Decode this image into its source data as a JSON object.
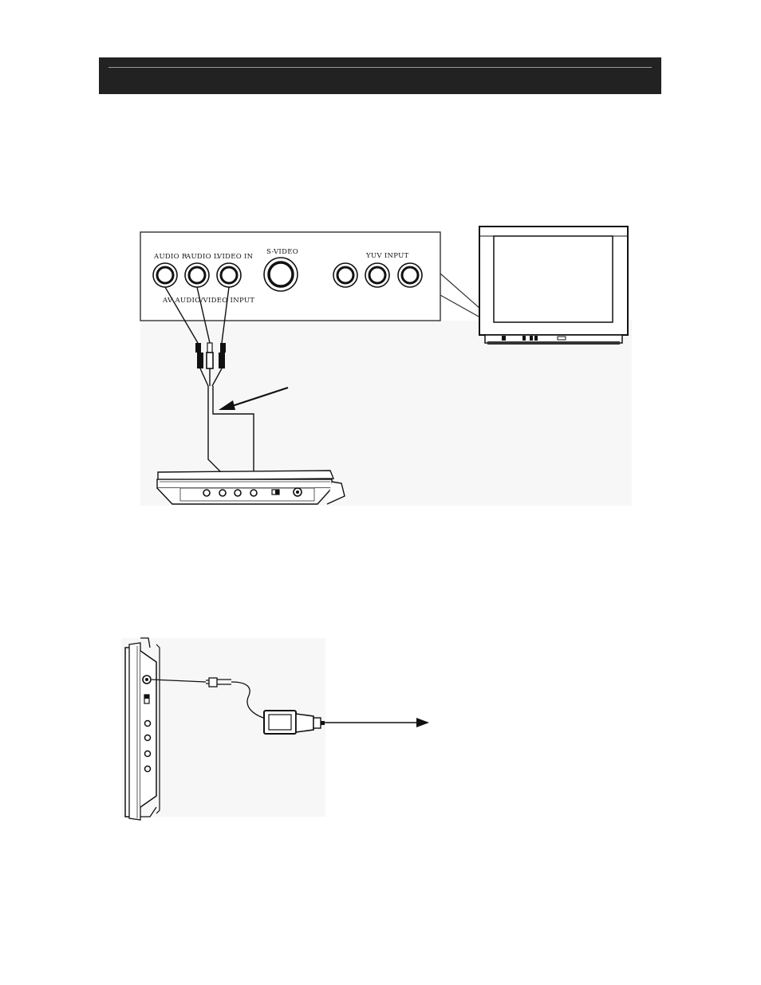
{
  "header": {
    "title": ""
  },
  "tv_panel": {
    "audio_r_label": "AUDIO R",
    "audio_l_label": "AUDIO L",
    "video_in_label": "VIDEO IN",
    "s_video_label": "S-VIDEO",
    "yuv_input_label": "YUV INPUT",
    "av_input_label": "AV AUDIO/VIDEO INPUT"
  },
  "colors": {
    "header_bg": "#222222",
    "line": "#111111",
    "panel_border": "#333333"
  }
}
